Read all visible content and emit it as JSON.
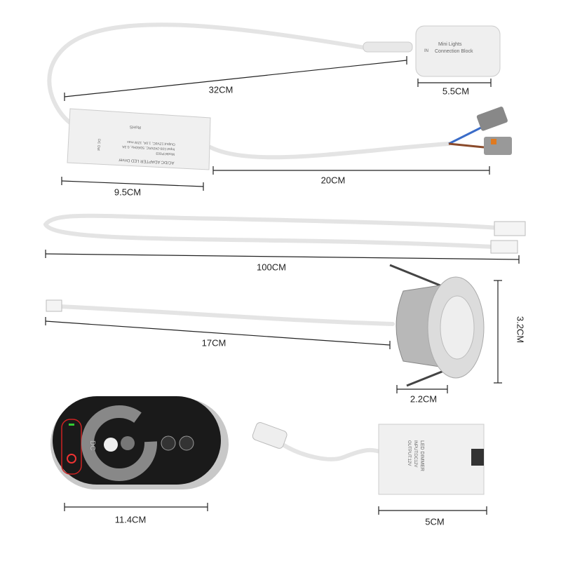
{
  "dimensions": {
    "connection_block_cable": "32CM",
    "connection_block_width": "5.5CM",
    "driver_length": "9.5CM",
    "driver_output_cable": "20CM",
    "extension_cable": "100CM",
    "spotlight_cable": "17CM",
    "spotlight_height": "3.2CM",
    "spotlight_depth": "2.2CM",
    "remote_length": "11.4CM",
    "dimmer_length": "5CM"
  },
  "product_lettering": {
    "connection_block": [
      "Mini Lights",
      "Connection Block",
      "IN"
    ],
    "driver": [
      "AC/DC ADAPTER LED Driver",
      "Model:P003",
      "Input:100-240VAC, 50/60Hz, 0.3A",
      "Output:12VdC, 1.0A, 12W max",
      "RoHS",
      "DC Out"
    ],
    "dimmer": [
      "LED DIMMER",
      "INPUT:DC12V",
      "OUTPUT:12V"
    ],
    "remote": [
      "DC"
    ]
  },
  "colors": {
    "dimension_line": "#222222",
    "device_body": "#ececec",
    "remote_body": "#1a1a1a",
    "spotlight_metal": "#b8b8b8"
  }
}
